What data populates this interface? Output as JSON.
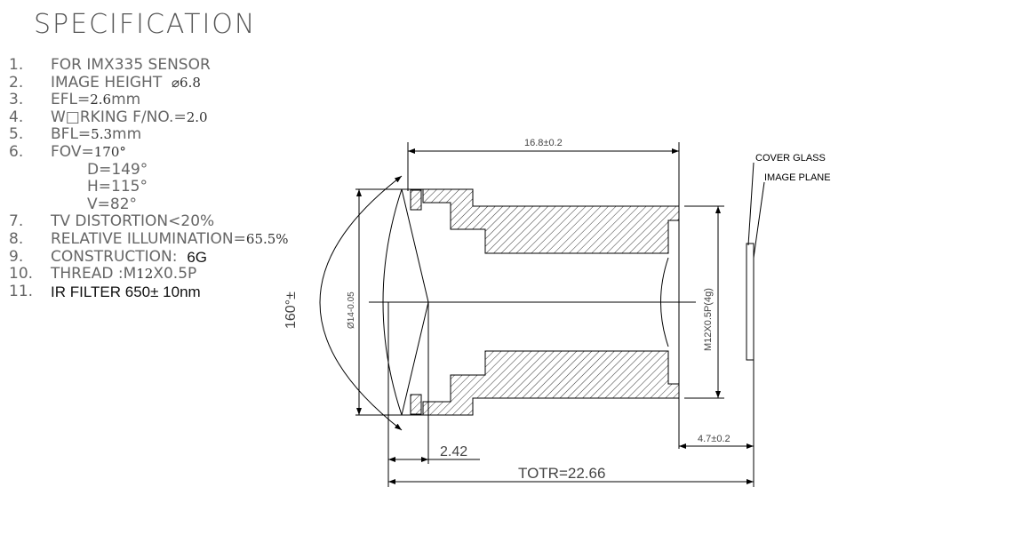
{
  "title": "SPECIFICATION",
  "specs": [
    {
      "num": "1.",
      "text": "FOR IMX335 SENSOR"
    },
    {
      "num": "2.",
      "text": "IMAGE HEIGHT  ",
      "value": "⌀6.8"
    },
    {
      "num": "3.",
      "text": "EFL=",
      "value": "2.6",
      "unit": "mm"
    },
    {
      "num": "4.",
      "text": "W□RKING F/NO.=",
      "value": "2.0"
    },
    {
      "num": "5.",
      "text": "BFL=",
      "value": "5.3",
      "unit": "mm"
    },
    {
      "num": "6.",
      "text": "FOV=",
      "value": "170°"
    },
    {
      "num": "",
      "text": "D=149°"
    },
    {
      "num": "",
      "text": "H=115°"
    },
    {
      "num": "",
      "text": "V=82°"
    },
    {
      "num": "7.",
      "text": "TV DISTORTION<20%"
    },
    {
      "num": "8.",
      "text": "RELATIVE ILLUMINATION=",
      "value": "65.5%"
    },
    {
      "num": "9.",
      "text": "CONSTRUCTION:  ",
      "value": "6G"
    },
    {
      "num": "10.",
      "text": "THREAD :M",
      "value": "12",
      "unit": "X0.5P"
    },
    {
      "num": "11.",
      "text": "",
      "value": "IR FILTER 650± 10nm"
    }
  ],
  "drawing": {
    "dim_length": "16.8±0.2",
    "dim_fov": "160°±",
    "dim_diameter": "Ø14-0.05",
    "dim_thread": "M12X0.5P(4g)",
    "dim_bfl": "4.7±0.2",
    "dim_front": "2.42",
    "dim_totr": "TOTR=22.66",
    "label_cover_glass": "COVER GLASS",
    "label_image_plane": "IMAGE PLANE"
  }
}
